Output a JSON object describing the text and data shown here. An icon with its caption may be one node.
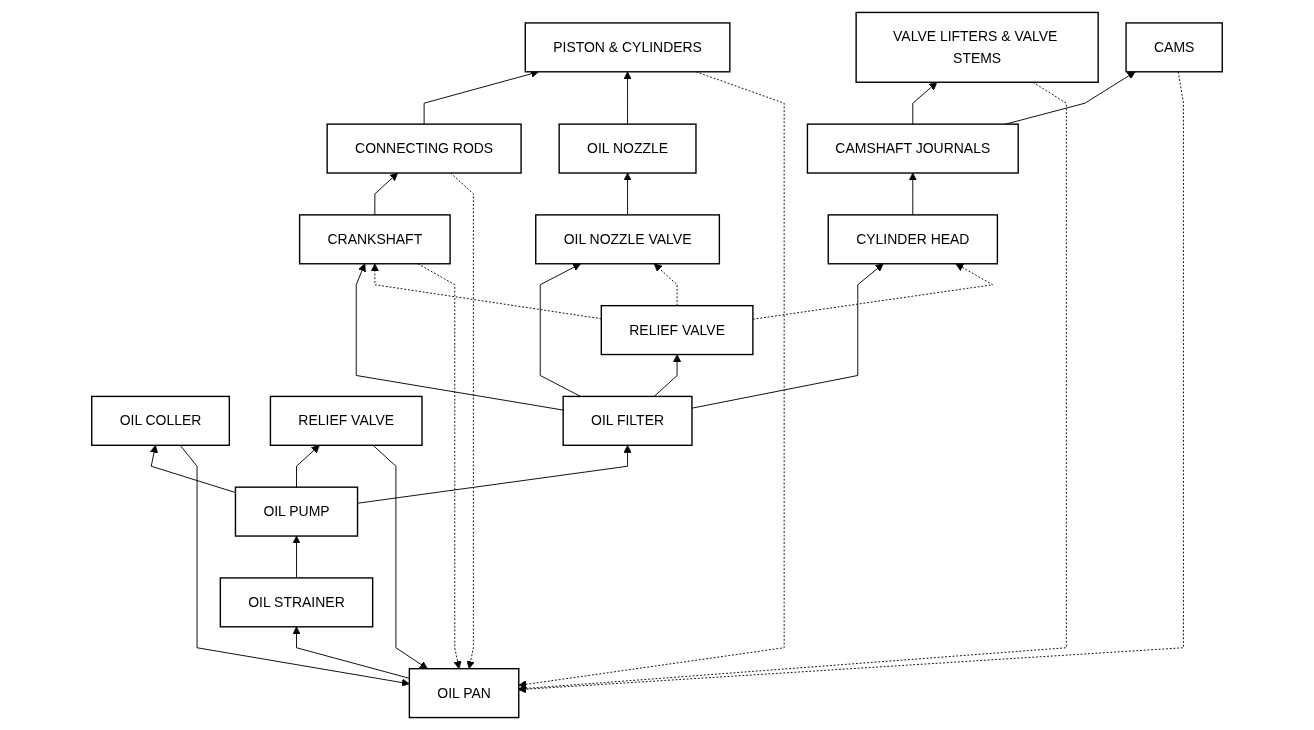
{
  "diagram": {
    "nodes": [
      {
        "text": [
          "PISTON & CYLINDERS"
        ]
      },
      {
        "text": [
          "VALVE LIFTERS & VALVE STEMS"
        ]
      },
      {
        "text": [
          "OIL NOZZLE"
        ]
      },
      {
        "text": [
          "CAMS"
        ]
      },
      {
        "text": [
          "CONNECTING RODS"
        ]
      },
      {
        "text": [
          "CAMSHAFT JOURNALS"
        ]
      },
      {
        "text": [
          "OIL NOZZLE VALVE"
        ]
      },
      {
        "text": [
          "CRANKSHAFT"
        ]
      },
      {
        "text": [
          "CYLINDER HEAD"
        ]
      },
      {
        "text": [
          "OIL FILTER"
        ]
      },
      {
        "text": [
          "RELIEF VALVE"
        ]
      },
      {
        "text": [
          "RELIEF VALVE"
        ]
      },
      {
        "text": [
          "OIL COLLER"
        ]
      },
      {
        "text": [
          "OIL PUMP"
        ]
      },
      {
        "text": [
          "OIL STRAINER"
        ]
      },
      {
        "text": [
          "OIL PAN"
        ]
      }
    ],
    "edges": [
      {
        "from": 15,
        "to": 14,
        "arrow": "to"
      },
      {
        "from": 14,
        "to": 13,
        "arrow": "to"
      },
      {
        "from": 13,
        "to": 9,
        "arrow": "to"
      },
      {
        "from": 13,
        "to": 11,
        "arrow": "to"
      },
      {
        "from": 13,
        "to": 12,
        "arrow": "to"
      },
      {
        "from": 9,
        "to": 10,
        "arrow": "to"
      },
      {
        "from": 9,
        "to": 7,
        "arrow": "to"
      },
      {
        "from": 9,
        "to": 6,
        "arrow": "to"
      },
      {
        "from": 9,
        "to": 8,
        "arrow": "to"
      },
      {
        "from": 10,
        "to": 7,
        "arrow": "to",
        "style": "dashed"
      },
      {
        "from": 10,
        "to": 6,
        "arrow": "to",
        "style": "dashed"
      },
      {
        "from": 10,
        "to": 8,
        "arrow": "to",
        "style": "dashed"
      },
      {
        "from": 7,
        "to": 4,
        "arrow": "to"
      },
      {
        "from": 4,
        "to": 0,
        "arrow": "to"
      },
      {
        "from": 6,
        "to": 2,
        "arrow": "to"
      },
      {
        "from": 2,
        "to": 0,
        "arrow": "to"
      },
      {
        "from": 8,
        "to": 5,
        "arrow": "to"
      },
      {
        "from": 5,
        "to": 1,
        "arrow": "to"
      },
      {
        "from": 5,
        "to": 3,
        "arrow": "to"
      },
      {
        "from": 11,
        "to": 15,
        "arrow": "to"
      },
      {
        "from": 12,
        "to": 15,
        "arrow": "to"
      },
      {
        "from": 0,
        "to": 15,
        "arrow": "to",
        "style": "dashed"
      },
      {
        "from": 4,
        "to": 15,
        "arrow": "to",
        "style": "dashed"
      },
      {
        "from": 7,
        "to": 15,
        "arrow": "to",
        "style": "dashed"
      },
      {
        "from": 1,
        "to": 15,
        "arrow": "to",
        "style": "dashed"
      },
      {
        "from": 3,
        "to": 15,
        "arrow": "to",
        "style": "dashed"
      }
    ]
  }
}
